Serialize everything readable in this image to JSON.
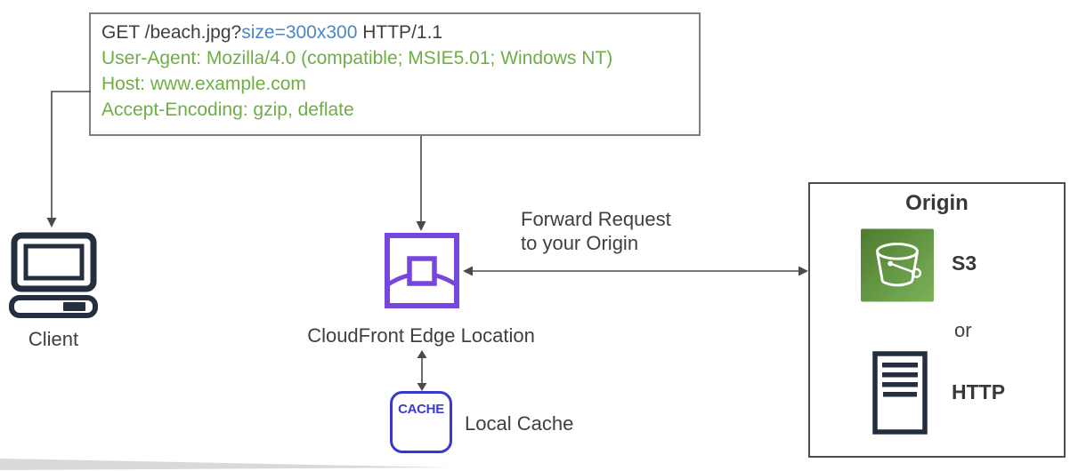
{
  "request_box": {
    "line1_prefix": "GET /beach.jpg?",
    "line1_highlight": "size=300x300",
    "line1_suffix": " HTTP/1.1",
    "line2": "User-Agent: Mozilla/4.0 (compatible; MSIE5.01; Windows NT)",
    "line3": "Host: www.example.com",
    "line4": "Accept-Encoding: gzip, deflate"
  },
  "client": {
    "label": "Client"
  },
  "cloudfront": {
    "label": "CloudFront Edge Location"
  },
  "forward_request": {
    "line1": "Forward Request",
    "line2": "to your Origin"
  },
  "cache": {
    "badge": "CACHE",
    "label": "Local Cache"
  },
  "origin": {
    "title": "Origin",
    "s3_label": "S3",
    "or_label": "or",
    "http_label": "HTTP"
  },
  "icons": {
    "client": "computer-monitor-icon",
    "cloudfront": "cloudfront-edge-icon",
    "s3": "s3-bucket-icon",
    "http_server": "server-icon",
    "cache": "cache-box-icon"
  },
  "colors": {
    "request_text": "#3F3F3F",
    "request_highlight_blue": "#4A86C8",
    "request_header_green": "#70AD47",
    "request_box_border": "#7F7F7F",
    "cloudfront_purple": "#7547DC",
    "cache_blue": "#3838CF",
    "icon_navy": "#232F3E",
    "s3_green_dark": "#4C7B2D",
    "s3_green_light": "#7CB25A",
    "origin_box_border": "#4D4D4D",
    "arrow_gray": "#4A4A4A",
    "wedge_gray": "#D9D9D9"
  }
}
